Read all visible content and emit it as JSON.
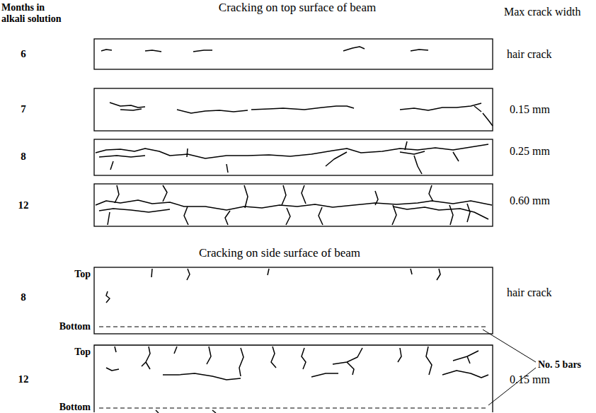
{
  "diagram": {
    "labels": [
      "Months in alkali solution",
      "Cracking on top surface of beam",
      "Max crack width",
      "6",
      "hair crack",
      "7",
      "0.15 mm",
      "8",
      "0.25 mm",
      "12",
      "0.60 mm",
      "Cracking on side surface of beam",
      "Top",
      "8",
      "Bottom",
      "hair crack",
      "No. 5 bars",
      "Top",
      "12",
      "Bottom",
      "0.15 mm"
    ]
  }
}
